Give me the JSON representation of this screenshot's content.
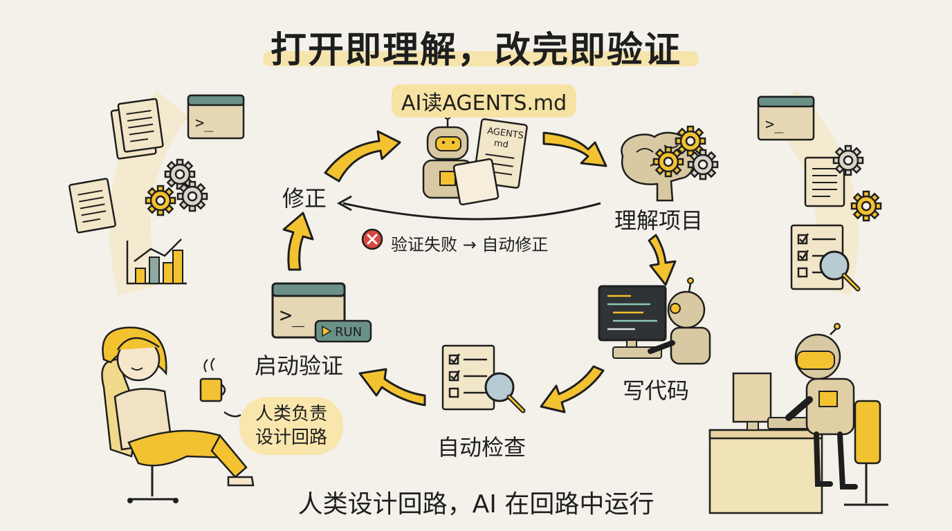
{
  "title": "打开即理解，改完即验证",
  "bottom_caption": "人类设计回路，AI 在回路中运行",
  "loop": {
    "ai_reads": "AI读AGENTS.md",
    "doc_label_line1": "AGENTS.",
    "doc_label_line2": "md",
    "understand": "理解项目",
    "write_code": "写代码",
    "auto_check": "自动检查",
    "start_verify": "启动验证",
    "fix": "修正",
    "fail_note": "验证失败 → 自动修正",
    "run_button": "RUN",
    "terminal_prompt": ">_"
  },
  "human_bubble": {
    "line1": "人类负责",
    "line2": "设计回路"
  },
  "colors": {
    "background": "#f3f1ea",
    "accent_yellow": "#f2c230",
    "highlight": "#f6e2a2",
    "paper": "#f1e6c8",
    "terminal_header": "#6a9188",
    "terminal_body": "#e6d7b4",
    "ink": "#1e1e1e",
    "error_red": "#d9463f"
  }
}
